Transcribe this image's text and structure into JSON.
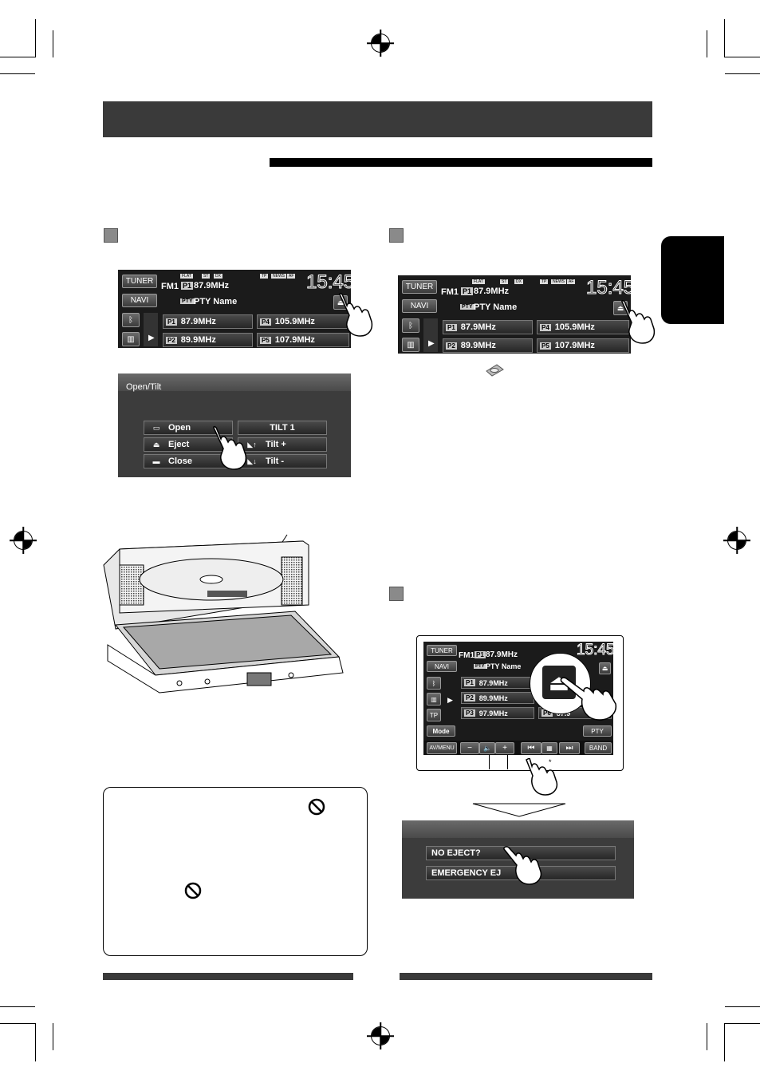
{
  "screen1": {
    "tuner": "TUNER",
    "navi": "NAVI",
    "band": "FM1",
    "preset_tag": "P1",
    "freq": "87.9MHz",
    "pty_tag": "PTY",
    "pty": "PTY Name",
    "clock": "15:45",
    "indicators": [
      "FLAT",
      "ST",
      "DX",
      "TP",
      "NEWS",
      "AF"
    ],
    "presets": [
      {
        "num": "P1",
        "freq": "87.9MHz"
      },
      {
        "num": "P4",
        "freq": "105.9MHz"
      },
      {
        "num": "P2",
        "freq": "89.9MHz"
      },
      {
        "num": "P5",
        "freq": "107.9MHz"
      }
    ]
  },
  "opentilt": {
    "title": "Open/Tilt",
    "open": "Open",
    "eject": "Eject",
    "close": "Close",
    "tilt1": "TILT 1",
    "tilt_plus": "Tilt +",
    "tilt_minus": "Tilt -"
  },
  "screen3": {
    "tuner": "TUNER",
    "navi": "NAVI",
    "band": "FM1",
    "preset_tag": "P1",
    "freq": "87.9MHz",
    "pty_tag": "PTY",
    "pty": "PTY Name",
    "clock": "15:45",
    "presets": [
      {
        "num": "P1",
        "freq": "87.9MHz"
      },
      {
        "num": "P2",
        "freq": "89.9MHz"
      },
      {
        "num": "P3",
        "freq": "97.9MHz"
      },
      {
        "num": "P6",
        "freq": "87.9"
      }
    ],
    "tp": "TP",
    "mode": "Mode",
    "avmenu": "AV/MENU",
    "minus": "−",
    "plus": "+",
    "band_btn": "BAND",
    "pty_btn": "PTY",
    "asterisk": "*"
  },
  "eject_menu": {
    "no_eject": "NO EJECT?",
    "emergency": "EMERGENCY EJ"
  }
}
